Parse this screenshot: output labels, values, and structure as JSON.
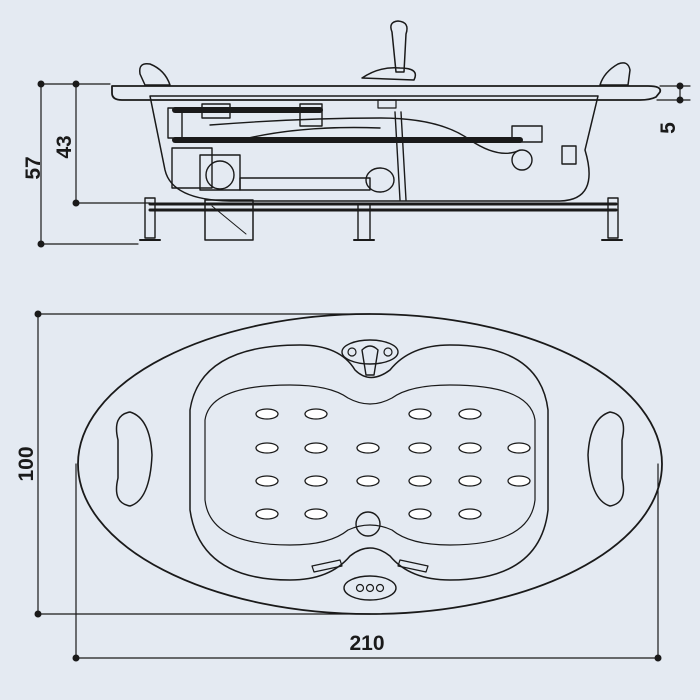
{
  "dimensions": {
    "height_total": "57",
    "height_tub": "43",
    "rim": "5",
    "width": "100",
    "length": "210"
  },
  "jets": {
    "rows": [
      {
        "count": 4,
        "pattern": "center-gap"
      },
      {
        "count": 6,
        "pattern": "even"
      },
      {
        "count": 6,
        "pattern": "even"
      },
      {
        "count": 4,
        "pattern": "center-gap"
      }
    ]
  }
}
